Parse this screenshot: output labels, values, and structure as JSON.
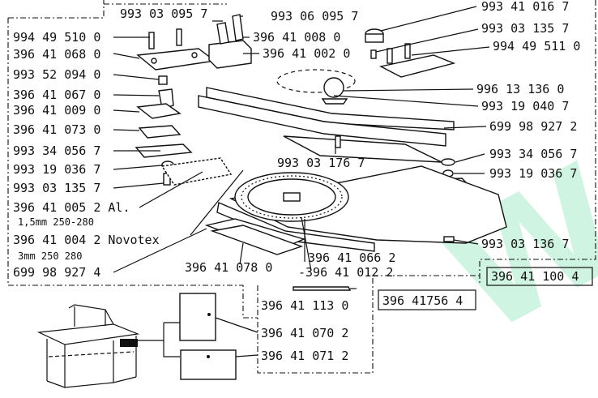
{
  "labels": {
    "top_cut": "993 03 095 7",
    "p_994_49_510_0": "994 49 510 0",
    "p_396_41_068_0": "396 41 068 0",
    "p_993_52_094_0": "993 52 094 0",
    "p_396_41_067_0": "396 41 067 0",
    "p_396_41_009_0": "396 41 009 0",
    "p_396_41_073_0": "396 41 073 0",
    "p_993_34_056_7_l": "993 34 056 7",
    "p_993_19_036_7_l": "993 19 036 7",
    "p_993_03_135_7_l": "993 03 135 7",
    "p_396_41_005_2": "396 41 005 2 Al.",
    "p_396_41_005_2_spec": "1,5mm   250-280",
    "p_396_41_004_2": "396 41 004 2 Novotex",
    "p_396_41_004_2_spec": "3mm    250  280",
    "p_699_98_927_4": "699 98 927 4",
    "p_396_41_078_0": "396 41 078  0",
    "p_993_06_095_7": "993 06 095 7",
    "p_396_41_008_0": "396 41 008 0",
    "p_396_41_002_0": "396 41 002 0",
    "p_993_03_176_7": "993 03 176  7",
    "p_993_41_016_7": "993 41 016 7",
    "p_993_03_135_7_r": "993 03 135 7",
    "p_994_49_511_0": "994 49 511 0",
    "p_996_13_136_0": "996 13 136 0",
    "p_993_19_040_7": "993 19 040 7",
    "p_699_98_927_2": "699 98 927 2",
    "p_993_34_056_7_r": "993 34 056 7",
    "p_993_19_036_7_r": "993 19 036 7",
    "p_993_03_136_7": "993 03 136 7",
    "p_396_41_066_2": "396 41 066 2",
    "p_396_41_012_2": "-396 41 012 2",
    "p_396_41_100_4": "396 41 100 4",
    "p_396_41_113_0": "396 41 113  0",
    "p_396_41_756_4": "396 41756 4",
    "p_396_41_070_2": "396 41 070 2",
    "p_396_41_071_2": "396 41 071 2"
  },
  "watermark": "W"
}
